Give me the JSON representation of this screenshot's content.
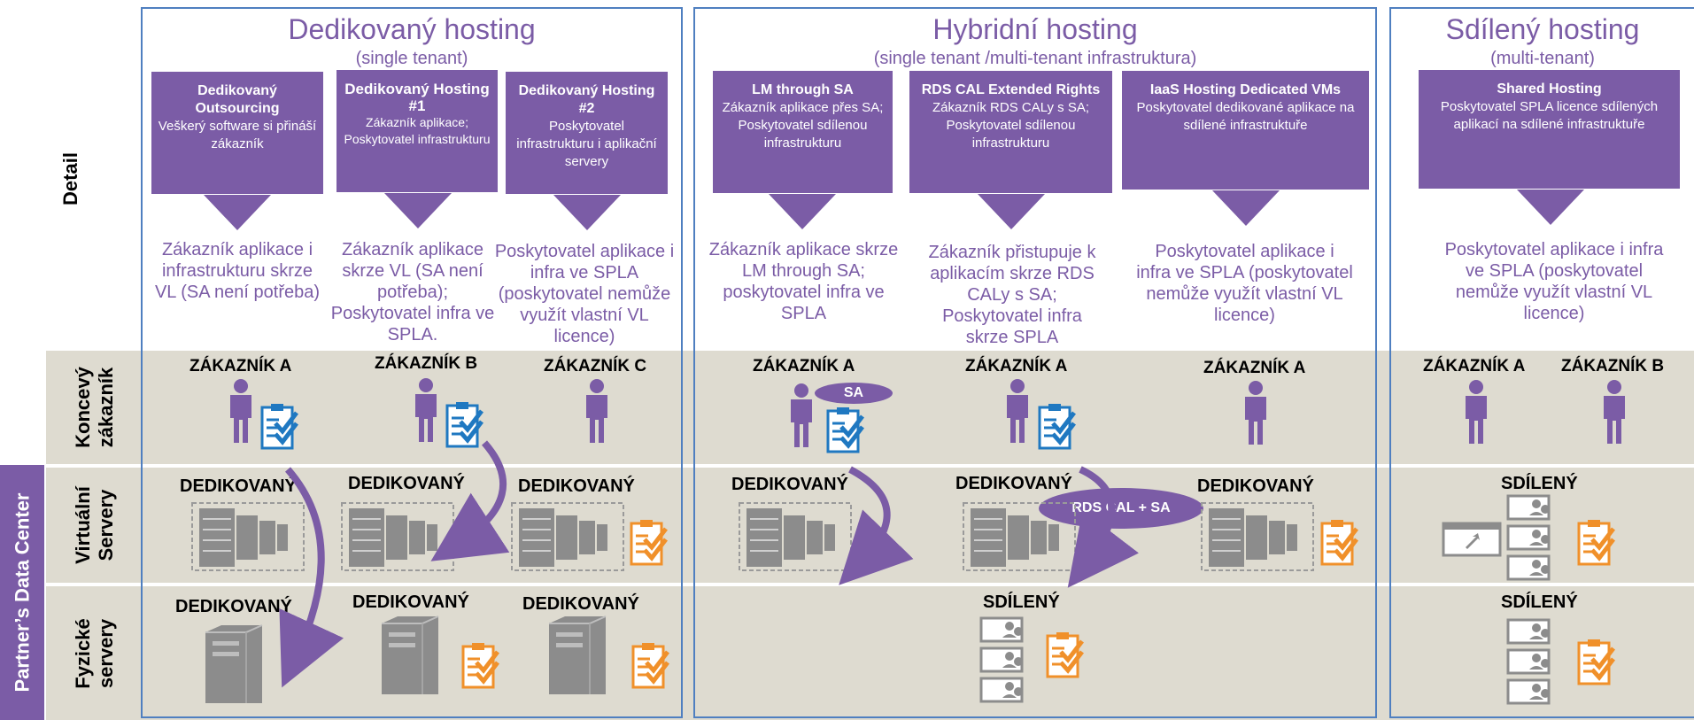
{
  "side_labels": {
    "detail": "Detail",
    "end_customer": "Koncevý zákazník",
    "virtual_servers": "Virtuální Servery",
    "physical_servers": "Fyzické servery",
    "data_center": "Partner’s Data Center"
  },
  "sections": {
    "dedicated": {
      "title": "Dedikovaný hosting",
      "subtitle": "(single tenant)",
      "boxes": [
        {
          "title": "Dedikovaný Outsourcing",
          "text": "Veškerý software si přináší zákazník"
        },
        {
          "title": "Dedikovaný Hosting #1",
          "text": "Zákazník aplikace; Poskytovatel infrastrukturu"
        },
        {
          "title": "Dedikovaný Hosting #2",
          "text": "Poskytovatel infrastrukturu i aplikační servery"
        }
      ],
      "descriptions": [
        "Zákazník aplikace i infrastrukturu skrze VL (SA není potřeba)",
        "Zákazník aplikace skrze VL (SA není potřeba); Poskytovatel infra ve SPLA.",
        "Poskytovatel aplikace i infra ve SPLA (poskytovatel nemůže využít vlastní VL licence)"
      ],
      "customers": [
        "ZÁKAZNÍK A",
        "ZÁKAZNÍK B",
        "ZÁKAZNÍK C"
      ],
      "virtual": [
        "DEDIKOVANÝ",
        "DEDIKOVANÝ",
        "DEDIKOVANÝ"
      ],
      "physical": [
        "DEDIKOVANÝ",
        "DEDIKOVANÝ",
        "DEDIKOVANÝ"
      ]
    },
    "hybrid": {
      "title": "Hybridní hosting",
      "subtitle": "(single tenant /multi-tenant infrastruktura)",
      "boxes": [
        {
          "title": "LM through SA",
          "text": "Zákazník aplikace přes SA; Poskytovatel sdílenou infrastrukturu"
        },
        {
          "title": "RDS CAL Extended Rights",
          "text": "Zákazník RDS CALy s SA; Poskytovatel sdílenou infrastrukturu"
        },
        {
          "title": "IaaS Hosting Dedicated VMs",
          "text": "Poskytovatel dedikované aplikace na sdílené infrastruktuře"
        }
      ],
      "descriptions": [
        "Zákazník aplikace skrze LM through SA; poskytovatel infra ve SPLA",
        "Zákazník přistupuje k aplikacím skrze RDS CALy s SA; Poskytovatel infra skrze SPLA",
        "Poskytovatel aplikace i infra ve SPLA (poskytovatel nemůže využít vlastní VL licence)"
      ],
      "customers": [
        "ZÁKAZNÍK A",
        "ZÁKAZNÍK A",
        "ZÁKAZNÍK A"
      ],
      "sa_label": "SA",
      "rds_label": "RDS CAL + SA",
      "virtual": [
        "DEDIKOVANÝ",
        "DEDIKOVANÝ",
        "DEDIKOVANÝ"
      ],
      "physical": "SDÍLENÝ"
    },
    "shared": {
      "title": "Sdílený hosting",
      "subtitle": "(multi-tenant)",
      "box": {
        "title": "Shared Hosting",
        "text": "Poskytovatel SPLA licence sdílených aplikací na sdílené infrastruktuře"
      },
      "description": "Poskytovatel aplikace i infra ve SPLA (poskytovatel nemůže využít vlastní VL licence)",
      "customers": [
        "ZÁKAZNÍK A",
        "ZÁKAZNÍK B"
      ],
      "virtual": "SDÍLENÝ",
      "physical": "SDÍLENÝ"
    }
  },
  "icons": {
    "person": "person-icon",
    "license_customer": "license-clipboard-icon",
    "license_provider": "spla-clipboard-icon",
    "server_rack": "server-rack-icon",
    "tower": "tower-server-icon",
    "shared_server": "shared-server-icon"
  },
  "colors": {
    "purple": "#7b5ca6",
    "section_border": "#4f7fc0",
    "band": "#dedbd0",
    "customer_license": "#1f78c1",
    "provider_license": "#f0902a",
    "server_gray": "#8c8c8c"
  }
}
